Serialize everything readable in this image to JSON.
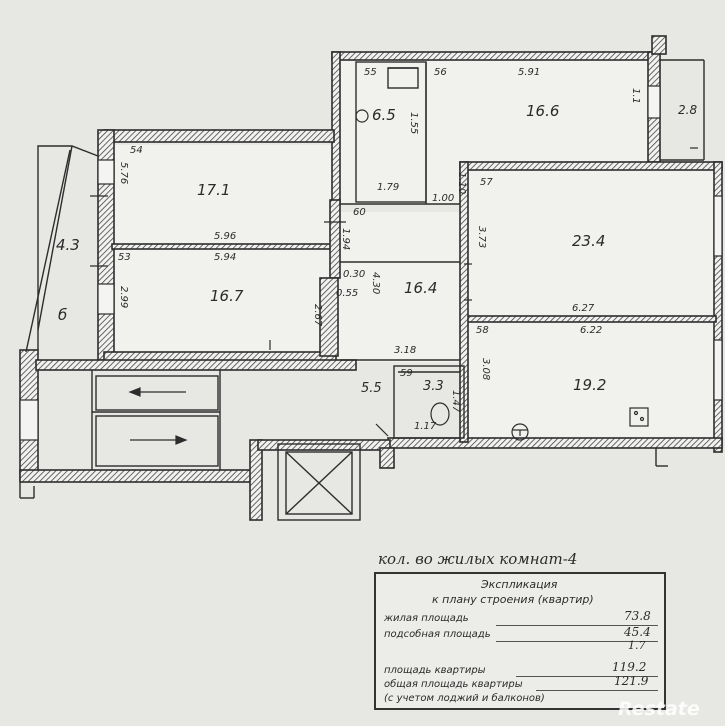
{
  "rooms": {
    "r17_1": {
      "area": "17.1",
      "dim_top": "54",
      "dim_side": "5.76"
    },
    "r16_7": {
      "area": "16.7",
      "dim_top_a": "5.96",
      "dim_top_b": "5.94",
      "dim_left": "53",
      "dim_side": "2.99",
      "dim_right": "2.67"
    },
    "balcony": {
      "area": "4.3",
      "label": "б"
    },
    "bath": {
      "area": "6.5",
      "dim_top": "55",
      "dim_side": "1.55",
      "dim_bottom": "1.79"
    },
    "r16_6": {
      "area": "16.6",
      "dim_top_a": "56",
      "dim_top_b": "5.91",
      "dim_side": "1.10"
    },
    "loggia": {
      "area": "2.8",
      "dim_side": "1.1"
    },
    "hall": {
      "area": "16.4",
      "dim_top": "60",
      "dim_a": "1.94",
      "dim_b": "0.30",
      "dim_c": "0.55",
      "dim_d": "4.30",
      "dim_e": "1.00"
    },
    "r23_4": {
      "area": "23.4",
      "dim_top": "57",
      "dim_bottom": "6.27",
      "dim_side": "3.73"
    },
    "r19_2": {
      "area": "19.2",
      "dim_top_a": "58",
      "dim_top_b": "6.22",
      "dim_side": "3.08"
    },
    "wc": {
      "area": "3.3",
      "dim_top": "59",
      "dim_side": "1.17",
      "dim_b": "1.47"
    },
    "corridor": {
      "area": "5.5",
      "dim_top": "3.18"
    }
  },
  "handwritten_note": "кол. во жилых комнат-4",
  "explication": {
    "title": "Экспликация",
    "subtitle": "к плану строения (квартир)",
    "rows": [
      {
        "label": "жилая площадь",
        "value": "73.8"
      },
      {
        "label": "подсобная площадь",
        "value": "45.4"
      },
      {
        "label": "",
        "value": "1.7"
      },
      {
        "label": "площадь квартиры",
        "value": "119.2"
      },
      {
        "label": "общая площадь квартиры",
        "value": "121.9"
      },
      {
        "label": "(с учетом лоджий и балконов)",
        "value": ""
      }
    ]
  },
  "watermark": "Restate"
}
